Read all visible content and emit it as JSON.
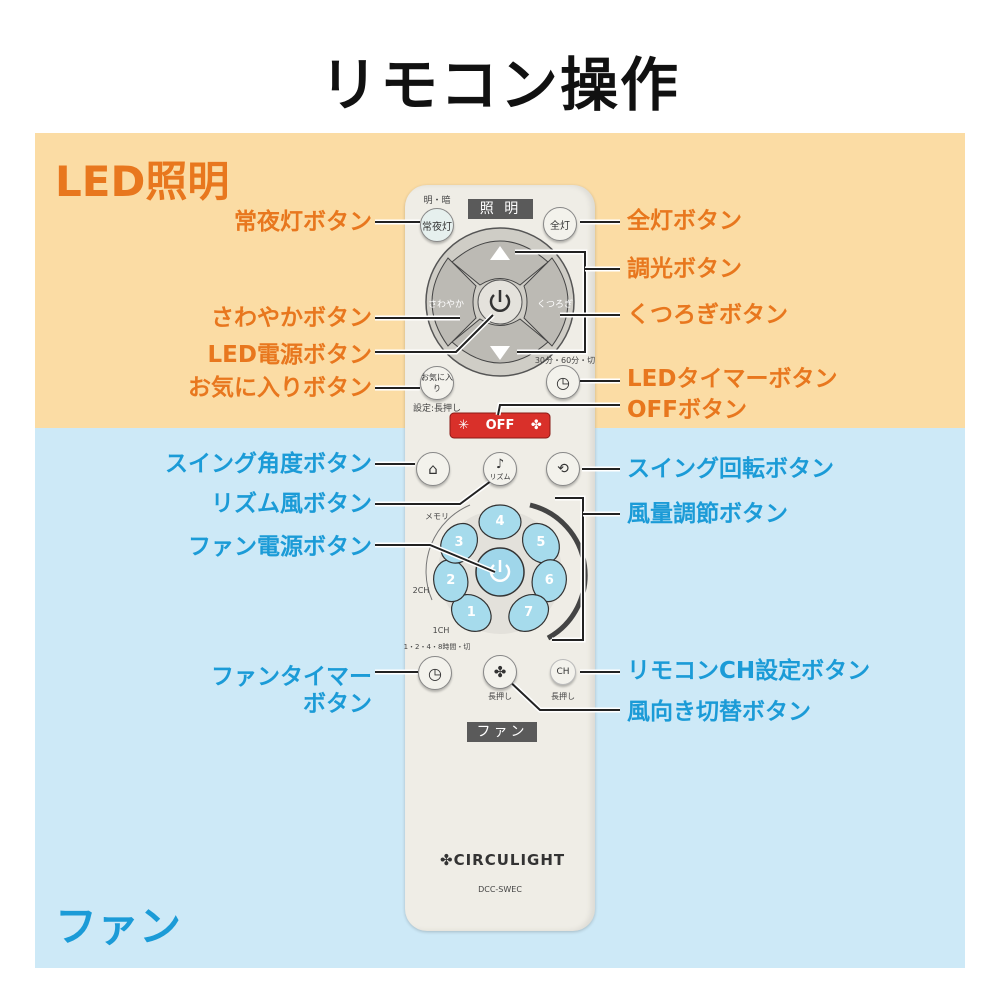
{
  "title": "リモコン操作",
  "sections": {
    "led": "LED照明",
    "fan": "ファン"
  },
  "colors": {
    "led_bg": "#fbdca4",
    "fan_bg": "#cde9f7",
    "led_text": "#e8771e",
    "fan_text": "#1b9bd7",
    "off_button": "#d9302a"
  },
  "labels": {
    "night_light": "常夜灯ボタン",
    "full_light": "全灯ボタン",
    "dimmer": "調光ボタン",
    "sawayaka": "さわやかボタン",
    "kutsurogi": "くつろぎボタン",
    "led_power": "LED電源ボタン",
    "favorite": "お気に入りボタン",
    "led_timer": "LEDタイマーボタン",
    "off": "OFFボタン",
    "swing_angle": "スイング角度ボタン",
    "rhythm": "リズム風ボタン",
    "swing_rotate": "スイング回転ボタン",
    "fan_power": "ファン電源ボタン",
    "airflow": "風量調節ボタン",
    "fan_timer_1": "ファンタイマー",
    "fan_timer_2": "ボタン",
    "ch_setting": "リモコンCH設定ボタン",
    "direction": "風向き切替ボタン"
  },
  "remote": {
    "light_header": "照 明",
    "bright_dark": "明・暗",
    "night_btn": "常夜灯",
    "full_btn": "全灯",
    "sawayaka_btn": "さわやか",
    "kutsurogi_btn": "くつろぎ",
    "fav_btn": "お気に入り",
    "fav_note": "設定:長押し",
    "led_timer_note": "30分・60分・切",
    "off_btn": "OFF",
    "rhythm_btn": "リズム",
    "memory": "メモリ",
    "ch2": "2CH",
    "ch1": "1CH",
    "speeds": [
      "1",
      "2",
      "3",
      "4",
      "5",
      "6",
      "7"
    ],
    "fan_timer_note": "1・2・4・8時間・切",
    "long_press": "長押し",
    "ch_btn": "CH",
    "fan_header": "ファン",
    "brand": "CIRCULIGHT",
    "model": "DCC-SWEC"
  }
}
